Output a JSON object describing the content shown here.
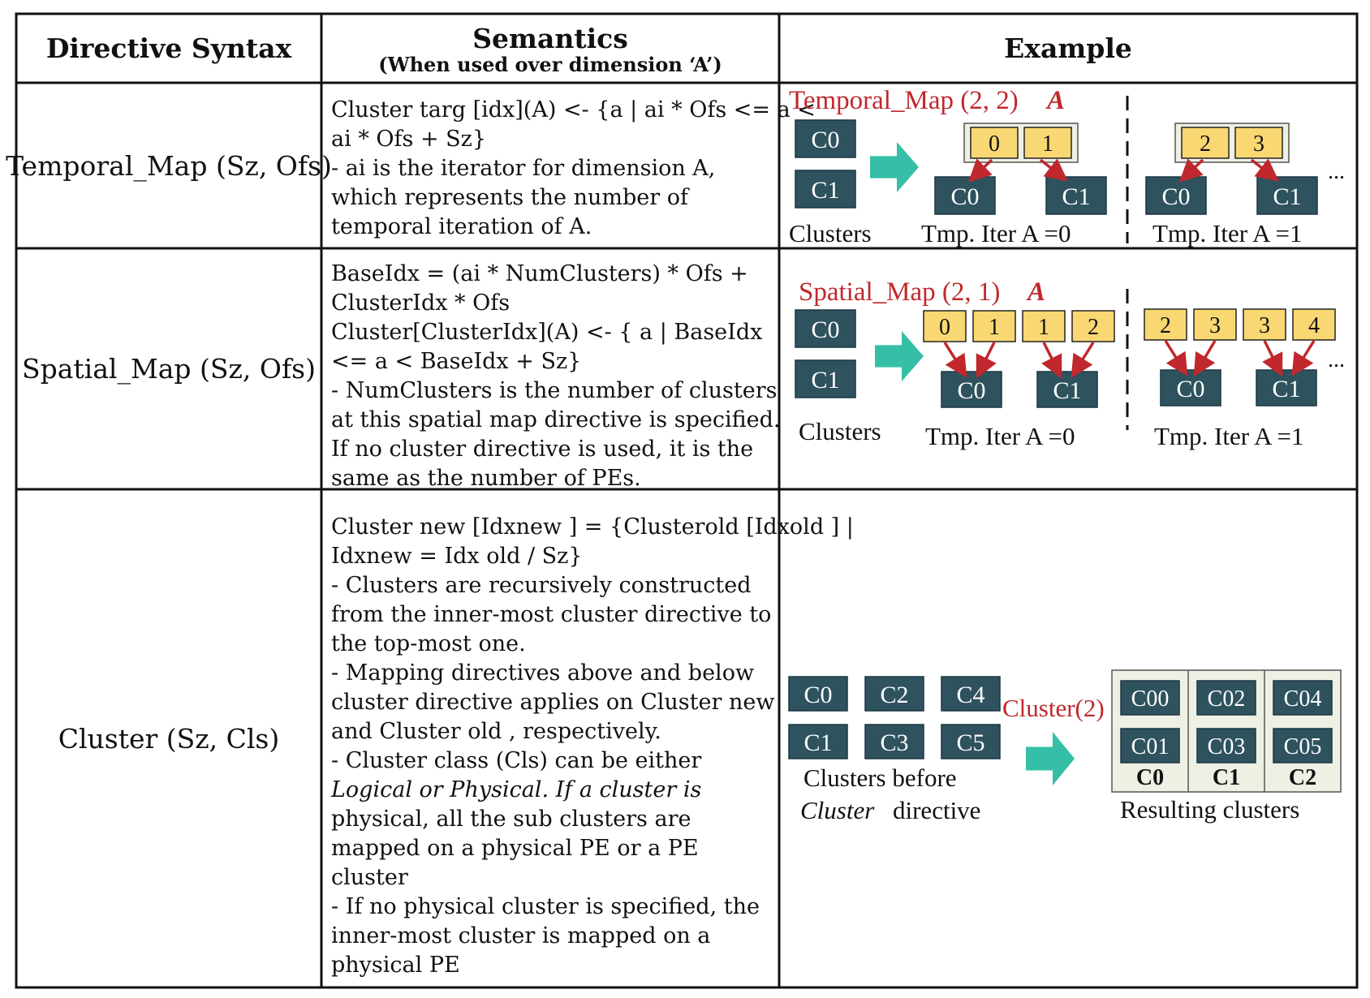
{
  "header": {
    "syntax": "Directive Syntax",
    "semantics": "Semantics",
    "semantics_sub": "(When used over dimension ‘A’)",
    "example": "Example"
  },
  "rows": [
    {
      "syntax": "Temporal_Map (Sz, Ofs)",
      "semantics_lines": [
        "Cluster targ [idx](A) <- {a | ai * Ofs <= a <",
        "ai * Ofs + Sz}",
        "- ai is the iterator for dimension A,",
        "which represents the number of",
        "temporal iteration of A."
      ]
    },
    {
      "syntax": "Spatial_Map (Sz, Ofs)",
      "semantics_lines": [
        "BaseIdx = (ai * NumClusters) * Ofs +",
        "ClusterIdx * Ofs",
        "Cluster[ClusterIdx](A) <- { a |  BaseIdx",
        "<= a < BaseIdx + Sz}",
        "- NumClusters is the number of clusters",
        "at this spatial map directive is specified.",
        "If no cluster directive is used, it is the",
        "same as the number of PEs."
      ]
    },
    {
      "syntax": "Cluster (Sz, Cls)",
      "semantics_lines": [
        "Cluster new [Idxnew ] = {Clusterold [Idxold ] |",
        "Idxnew  = Idx old / Sz}",
        "- Clusters are recursively constructed",
        "from the inner-most cluster directive to",
        "the top-most one.",
        "- Mapping directives above and below",
        "cluster directive applies on Cluster new",
        "and Cluster  old , respectively.",
        "- Cluster class (Cls) can be either",
        "Logical   or  Physical.  If a cluster is",
        "physical, all the sub clusters are",
        "mapped on a  physical PE or a PE",
        "cluster",
        "- If no physical cluster is specified, the",
        "inner-most cluster is mapped on a",
        "physical PE"
      ]
    }
  ],
  "examples": {
    "temporal": {
      "title": "Temporal_Map (2, 2)",
      "dim": "A",
      "clusters": [
        "C0",
        "C1"
      ],
      "clusters_label": "Clusters",
      "iter0_values": [
        "0",
        "1"
      ],
      "iter1_values": [
        "2",
        "3"
      ],
      "targets": [
        "C0",
        "C1"
      ],
      "iter0_label": "Tmp. Iter A =0",
      "iter1_label": "Tmp. Iter A =1",
      "ellipsis": "..."
    },
    "spatial": {
      "title": "Spatial_Map (2, 1)",
      "dim": "A",
      "clusters": [
        "C0",
        "C1"
      ],
      "clusters_label": "Clusters",
      "iter0_values": [
        "0",
        "1",
        "1",
        "2"
      ],
      "iter1_values": [
        "2",
        "3",
        "3",
        "4"
      ],
      "targets": [
        "C0",
        "C1"
      ],
      "iter0_label": "Tmp. Iter A =0",
      "iter1_label": "Tmp. Iter A =1",
      "ellipsis": "..."
    },
    "cluster": {
      "before": [
        "C0",
        "C2",
        "C4",
        "C1",
        "C3",
        "C5"
      ],
      "label": "Cluster(2)",
      "before_label_1": "Clusters before",
      "before_label_2_italic": "Cluster",
      "before_label_2_rest": "directive",
      "result": [
        "C00",
        "C02",
        "C04",
        "C01",
        "C03",
        "C05"
      ],
      "result_groups": [
        "C0",
        "C1",
        "C2"
      ],
      "result_label": "Resulting clusters"
    }
  },
  "colors": {
    "box_fill": "#2e525e",
    "value_fill": "#f9d873",
    "arrow_teal": "#35bfa6",
    "red": "#c0282d",
    "group_fill": "#eef0e4"
  }
}
